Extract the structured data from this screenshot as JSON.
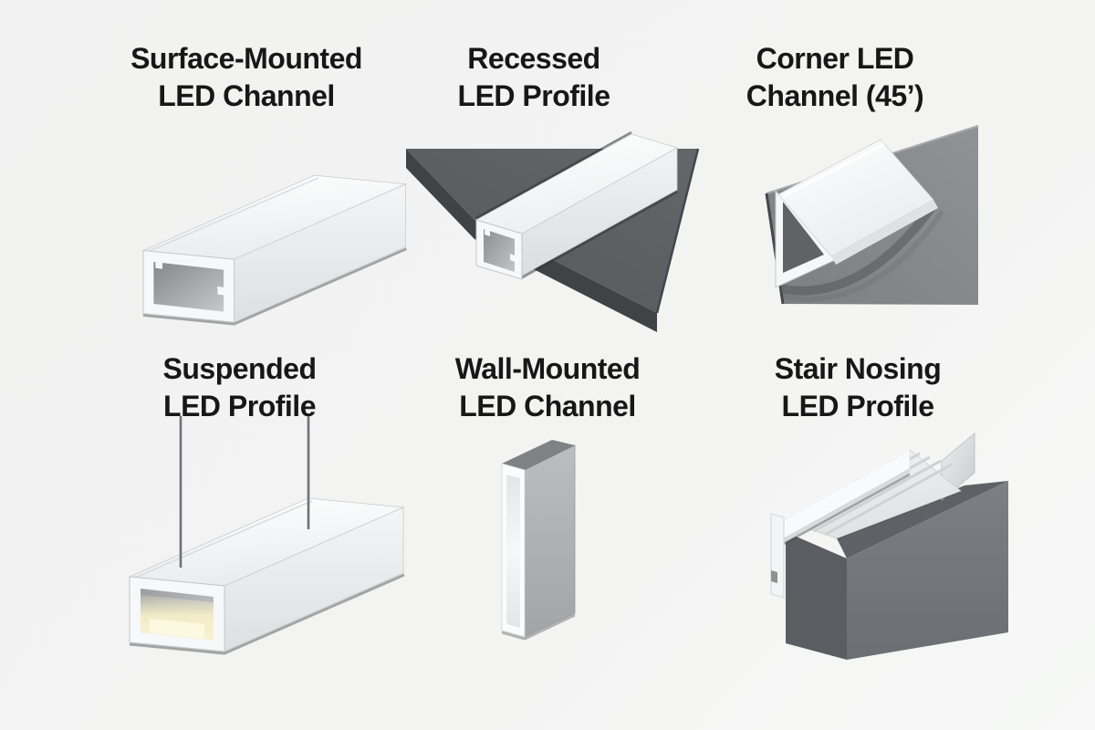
{
  "page": {
    "background_top": "#f1f2f1",
    "background_bottom": "#f7f8f7",
    "text_color": "#171717"
  },
  "cards": [
    {
      "line1": "Surface-Mounted",
      "line2": "LED Channel",
      "key": "surface-mounted-led-channel"
    },
    {
      "line1": "Recessed",
      "line2": "LED Profile",
      "key": "recessed-led-profile"
    },
    {
      "line1": "Corner LED",
      "line2": "Channel (45’)",
      "key": "corner-led-channel-45"
    },
    {
      "line1": "Suspended",
      "line2": "LED Profile",
      "key": "suspended-led-profile"
    },
    {
      "line1": "Wall-Mounted",
      "line2": "LED Channel",
      "key": "wall-mounted-led-channel"
    },
    {
      "line1": "Stair Nosing",
      "line2": "LED Profile",
      "key": "stair-nosing-led-profile"
    }
  ],
  "palette": {
    "profile_white": "#fafbfc",
    "channel_interior_gray": "#9a9da0",
    "recessed_slab_gray": "#5c6063",
    "corner_panel_gray": "#868a8d",
    "stair_block_gray": "#75797d",
    "led_glow_warm": "#f7f0cd",
    "suspension_wire_gray": "#6f7275"
  }
}
